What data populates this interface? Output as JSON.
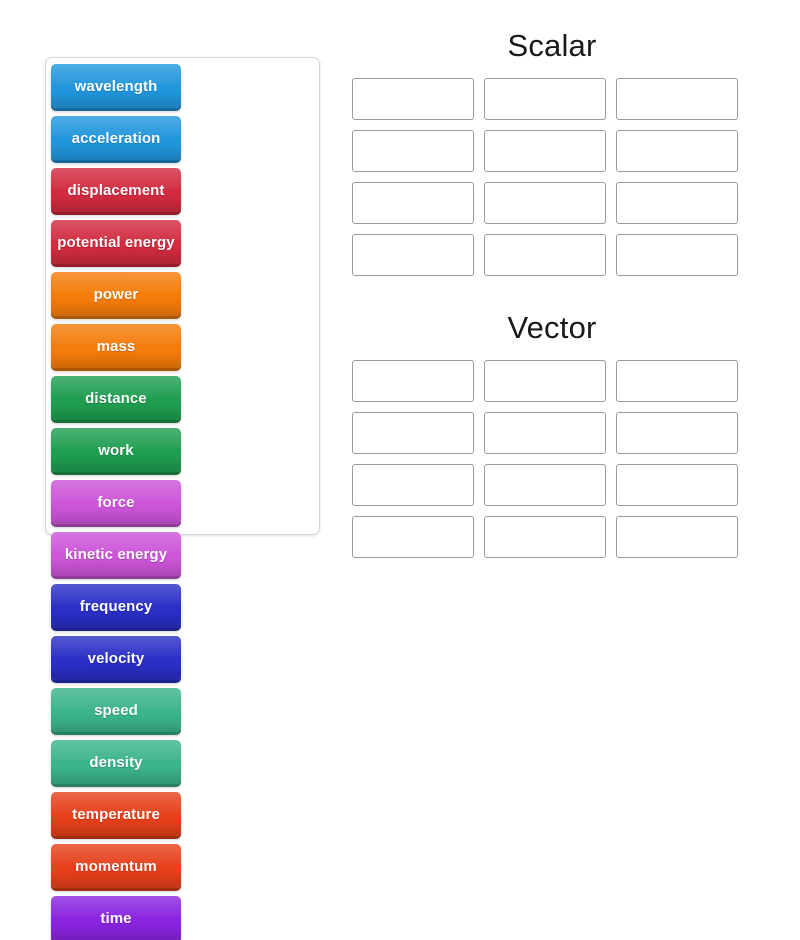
{
  "activity": {
    "type": "group-sort",
    "background_color": "#ffffff"
  },
  "tile_tray": {
    "name": "word-tile-tray",
    "tiles": [
      {
        "label": "wavelength",
        "color": "#2196dd"
      },
      {
        "label": "acceleration",
        "color": "#2196dd"
      },
      {
        "label": "displacement",
        "color": "#d22b40"
      },
      {
        "label": "potential energy",
        "color": "#d22b40"
      },
      {
        "label": "power",
        "color": "#f57c0a"
      },
      {
        "label": "mass",
        "color": "#f57c0a"
      },
      {
        "label": "distance",
        "color": "#1f9e51"
      },
      {
        "label": "work",
        "color": "#1f9e51"
      },
      {
        "label": "force",
        "color": "#cc55d8"
      },
      {
        "label": "kinetic energy",
        "color": "#cc55d8"
      },
      {
        "label": "frequency",
        "color": "#2a2fc6"
      },
      {
        "label": "velocity",
        "color": "#2a2fc6"
      },
      {
        "label": "speed",
        "color": "#3bb489"
      },
      {
        "label": "density",
        "color": "#3bb489"
      },
      {
        "label": "temperature",
        "color": "#e6401a"
      },
      {
        "label": "momentum",
        "color": "#e6401a"
      },
      {
        "label": "time",
        "color": "#8a24e0"
      }
    ]
  },
  "categories": [
    {
      "title": "Scalar",
      "name": "scalar",
      "slot_count": 12,
      "slots": [
        "",
        "",
        "",
        "",
        "",
        "",
        "",
        "",
        "",
        "",
        "",
        ""
      ]
    },
    {
      "title": "Vector",
      "name": "vector",
      "slot_count": 12,
      "slots": [
        "",
        "",
        "",
        "",
        "",
        "",
        "",
        "",
        "",
        "",
        "",
        ""
      ]
    }
  ]
}
